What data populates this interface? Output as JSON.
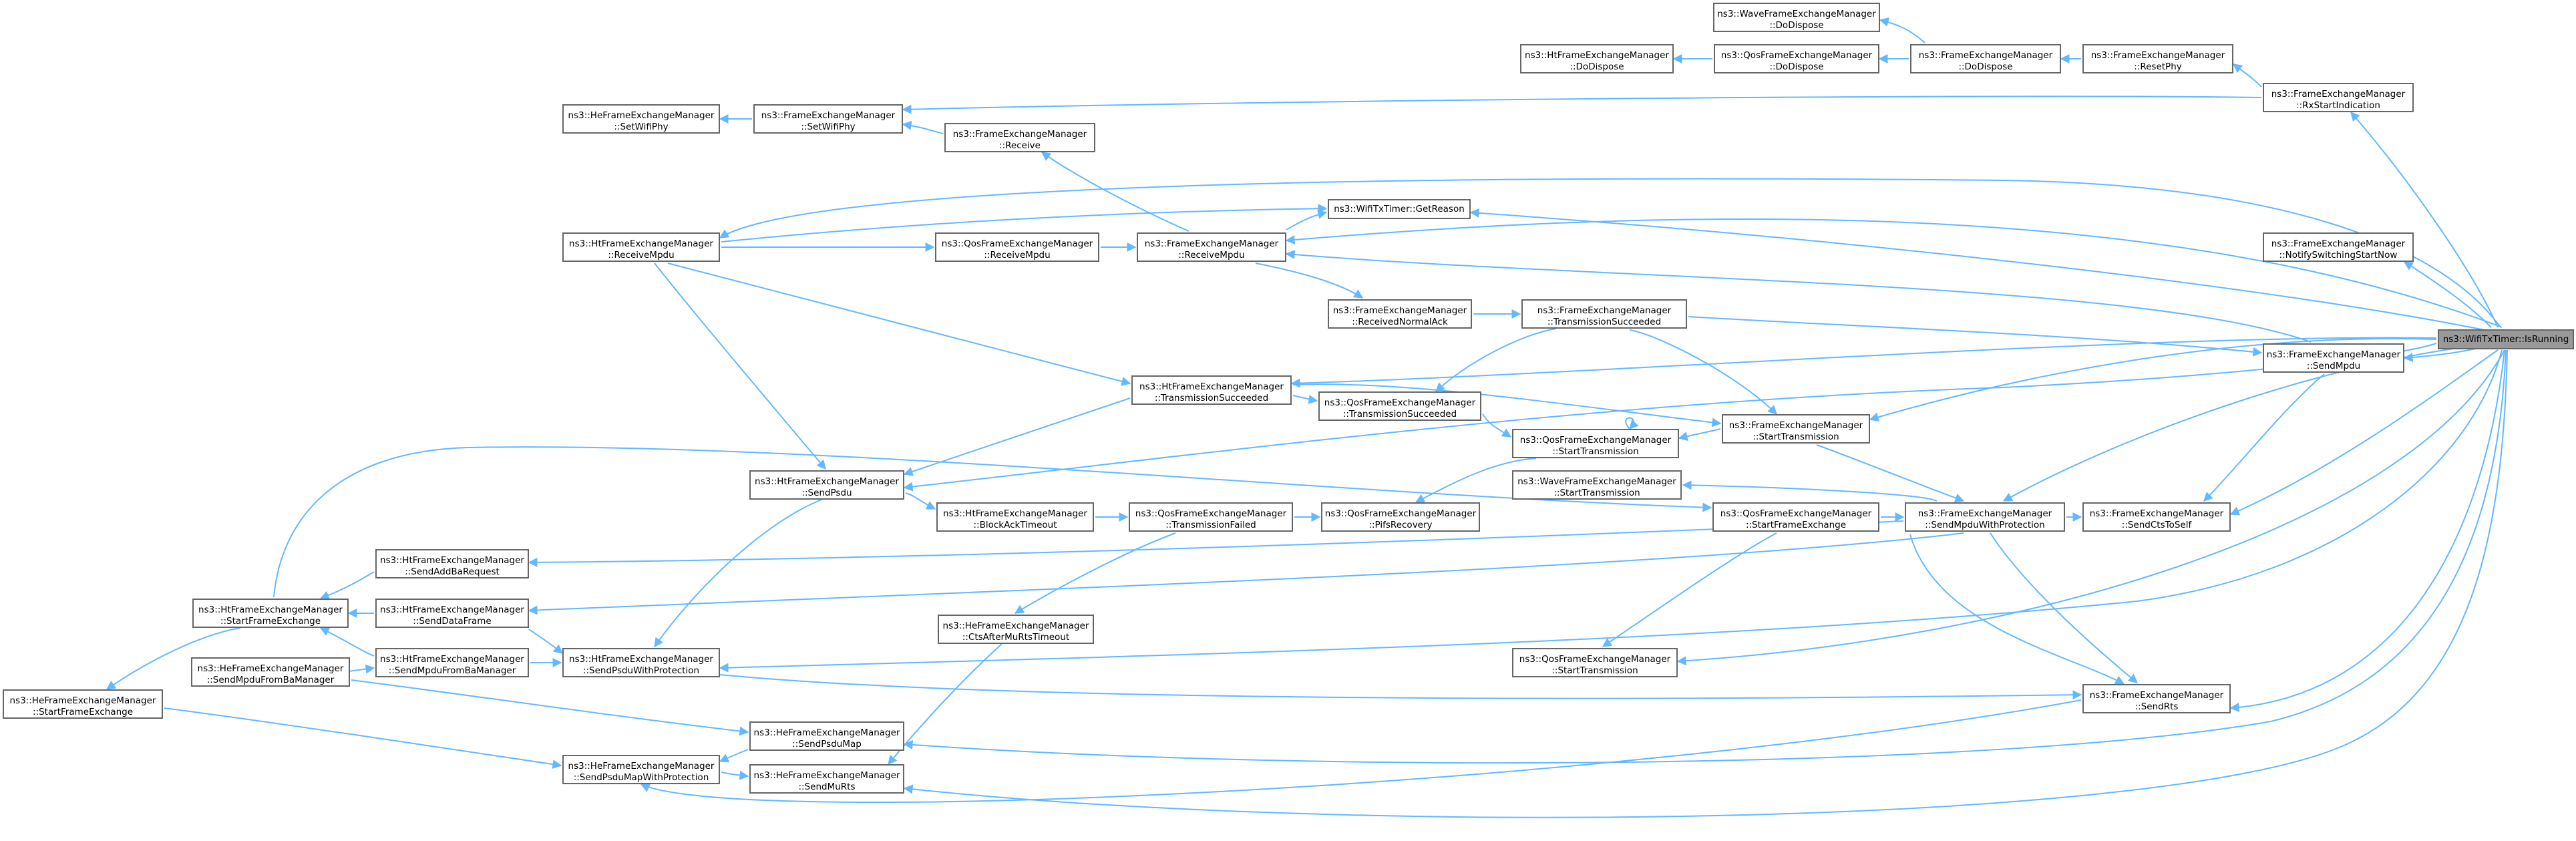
{
  "colors": {
    "edge": "#63b8ff",
    "node_border": "#666666",
    "node_fill": "#ffffff",
    "target_fill": "#999999"
  },
  "nodes": [
    {
      "id": "target",
      "l1": "ns3::WifiTxTimer::IsRunning",
      "l2": ""
    },
    {
      "id": "wave_dodispose",
      "l1": "ns3::WaveFrameExchangeManager",
      "l2": "::DoDispose"
    },
    {
      "id": "ht_dodispose",
      "l1": "ns3::HtFrameExchangeManager",
      "l2": "::DoDispose"
    },
    {
      "id": "qos_dodispose",
      "l1": "ns3::QosFrameExchangeManager",
      "l2": "::DoDispose"
    },
    {
      "id": "fem_dodispose",
      "l1": "ns3::FrameExchangeManager",
      "l2": "::DoDispose"
    },
    {
      "id": "fem_resetphy",
      "l1": "ns3::FrameExchangeManager",
      "l2": "::ResetPhy"
    },
    {
      "id": "fem_rxstart",
      "l1": "ns3::FrameExchangeManager",
      "l2": "::RxStartIndication"
    },
    {
      "id": "he_setwifiphy",
      "l1": "ns3::HeFrameExchangeManager",
      "l2": "::SetWifiPhy"
    },
    {
      "id": "fem_setwifiphy",
      "l1": "ns3::FrameExchangeManager",
      "l2": "::SetWifiPhy"
    },
    {
      "id": "fem_receive",
      "l1": "ns3::FrameExchangeManager",
      "l2": "::Receive"
    },
    {
      "id": "getreason",
      "l1": "ns3::WifiTxTimer::GetReason",
      "l2": ""
    },
    {
      "id": "ht_receivempdu",
      "l1": "ns3::HtFrameExchangeManager",
      "l2": "::ReceiveMpdu"
    },
    {
      "id": "qos_receivempdu",
      "l1": "ns3::QosFrameExchangeManager",
      "l2": "::ReceiveMpdu"
    },
    {
      "id": "fem_receivempdu",
      "l1": "ns3::FrameExchangeManager",
      "l2": "::ReceiveMpdu"
    },
    {
      "id": "fem_notifyswitching",
      "l1": "ns3::FrameExchangeManager",
      "l2": "::NotifySwitchingStartNow"
    },
    {
      "id": "fem_receivednormalack",
      "l1": "ns3::FrameExchangeManager",
      "l2": "::ReceivedNormalAck"
    },
    {
      "id": "fem_txsucceeded",
      "l1": "ns3::FrameExchangeManager",
      "l2": "::TransmissionSucceeded"
    },
    {
      "id": "fem_sendmpdu",
      "l1": "ns3::FrameExchangeManager",
      "l2": "::SendMpdu"
    },
    {
      "id": "ht_txsucceeded",
      "l1": "ns3::HtFrameExchangeManager",
      "l2": "::TransmissionSucceeded"
    },
    {
      "id": "qos_txsucceeded",
      "l1": "ns3::QosFrameExchangeManager",
      "l2": "::TransmissionSucceeded"
    },
    {
      "id": "fem_starttx",
      "l1": "ns3::FrameExchangeManager",
      "l2": "::StartTransmission"
    },
    {
      "id": "qos_starttx_a",
      "l1": "ns3::QosFrameExchangeManager",
      "l2": "::StartTransmission"
    },
    {
      "id": "wave_starttx",
      "l1": "ns3::WaveFrameExchangeManager",
      "l2": "::StartTransmission"
    },
    {
      "id": "ht_sendpsdu",
      "l1": "ns3::HtFrameExchangeManager",
      "l2": "::SendPsdu"
    },
    {
      "id": "ht_blockacktimeout",
      "l1": "ns3::HtFrameExchangeManager",
      "l2": "::BlockAckTimeout"
    },
    {
      "id": "qos_txfailed",
      "l1": "ns3::QosFrameExchangeManager",
      "l2": "::TransmissionFailed"
    },
    {
      "id": "qos_pifsrecovery",
      "l1": "ns3::QosFrameExchangeManager",
      "l2": "::PifsRecovery"
    },
    {
      "id": "qos_startframeexchange",
      "l1": "ns3::QosFrameExchangeManager",
      "l2": "::StartFrameExchange"
    },
    {
      "id": "fem_sendmpduwithprot",
      "l1": "ns3::FrameExchangeManager",
      "l2": "::SendMpduWithProtection"
    },
    {
      "id": "fem_sendctstoself",
      "l1": "ns3::FrameExchangeManager",
      "l2": "::SendCtsToSelf"
    },
    {
      "id": "ht_sendaddba",
      "l1": "ns3::HtFrameExchangeManager",
      "l2": "::SendAddBaRequest"
    },
    {
      "id": "ht_startframeexchange",
      "l1": "ns3::HtFrameExchangeManager",
      "l2": "::StartFrameExchange"
    },
    {
      "id": "ht_senddataframe",
      "l1": "ns3::HtFrameExchangeManager",
      "l2": "::SendDataFrame"
    },
    {
      "id": "he_ctsaftermurts",
      "l1": "ns3::HeFrameExchangeManager",
      "l2": "::CtsAfterMuRtsTimeout"
    },
    {
      "id": "he_sendmpdufromba",
      "l1": "ns3::HeFrameExchangeManager",
      "l2": "::SendMpduFromBaManager"
    },
    {
      "id": "ht_sendmpdufromba",
      "l1": "ns3::HtFrameExchangeManager",
      "l2": "::SendMpduFromBaManager"
    },
    {
      "id": "ht_sendpsduwithprot",
      "l1": "ns3::HtFrameExchangeManager",
      "l2": "::SendPsduWithProtection"
    },
    {
      "id": "qos_starttx_b",
      "l1": "ns3::QosFrameExchangeManager",
      "l2": "::StartTransmission"
    },
    {
      "id": "he_startframeexchange",
      "l1": "ns3::HeFrameExchangeManager",
      "l2": "::StartFrameExchange"
    },
    {
      "id": "fem_sendrts",
      "l1": "ns3::FrameExchangeManager",
      "l2": "::SendRts"
    },
    {
      "id": "he_sendpsdumap",
      "l1": "ns3::HeFrameExchangeManager",
      "l2": "::SendPsduMap"
    },
    {
      "id": "he_sendpsdumapwithprot",
      "l1": "ns3::HeFrameExchangeManager",
      "l2": "::SendPsduMapWithProtection"
    },
    {
      "id": "he_sendmurts",
      "l1": "ns3::HeFrameExchangeManager",
      "l2": "::SendMuRts"
    }
  ]
}
